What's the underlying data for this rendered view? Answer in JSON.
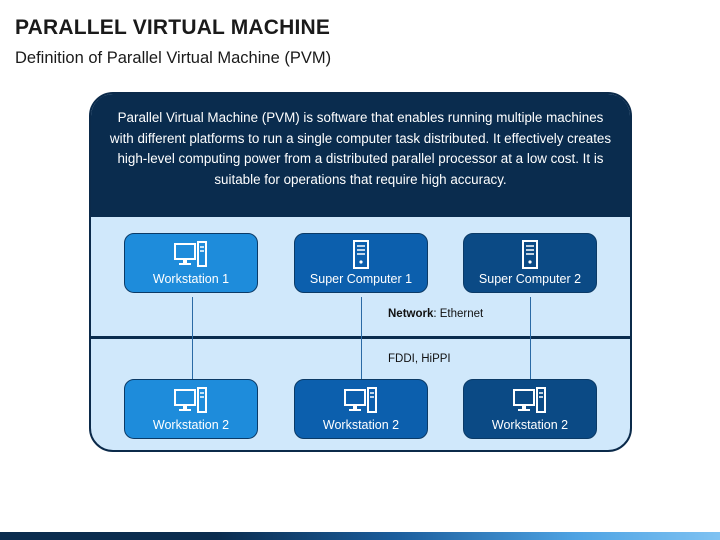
{
  "header": {
    "title": "PARALLEL VIRTUAL MACHINE",
    "subtitle": "Definition of Parallel Virtual Machine (PVM)"
  },
  "definition": "Parallel Virtual Machine (PVM) is software that enables running multiple machines with different platforms to run a single computer task distributed. It effectively creates high-level computing power from a distributed parallel processor at a low cost. It is suitable for operations that require high accuracy.",
  "network": {
    "label_bold": "Network",
    "label_value": ": Ethernet",
    "secondary": "FDDI, HiPPI"
  },
  "top_nodes": [
    {
      "label": "Workstation 1",
      "icon": "computer-icon"
    },
    {
      "label": "Super Computer 1",
      "icon": "server-icon"
    },
    {
      "label": "Super Computer 2",
      "icon": "server-icon"
    }
  ],
  "bottom_nodes": [
    {
      "label": "Workstation 2",
      "icon": "computer-icon"
    },
    {
      "label": "Workstation 2",
      "icon": "computer-icon"
    },
    {
      "label": "Workstation 2",
      "icon": "computer-icon"
    }
  ],
  "colors": {
    "dark_navy": "#0a2c4e",
    "panel_bg": "#d0e8fb",
    "node_light": "#1e8cdb",
    "node_mid": "#0c5fad",
    "node_dark": "#0b4a85"
  }
}
